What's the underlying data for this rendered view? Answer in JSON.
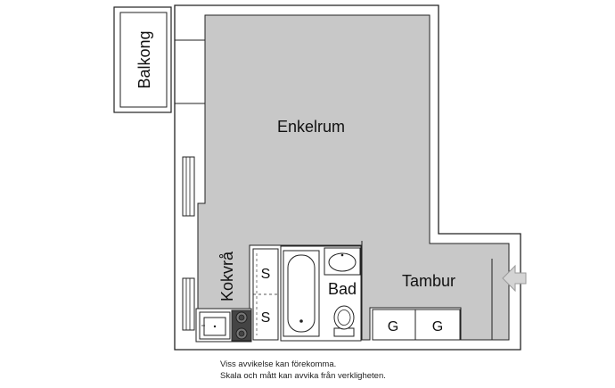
{
  "rooms": {
    "enkelrum": "Enkelrum",
    "balkong": "Balkong",
    "kokvra": "Kokvrå",
    "bad": "Bad",
    "tambur": "Tambur"
  },
  "closets": {
    "s_top": "S",
    "s_bottom": "S",
    "g_left": "G",
    "g_right": "G"
  },
  "disclaimer": {
    "line1": "Viss avvikelse kan förekomma.",
    "line2": "Skala och mått kan avvika från verkligheten."
  },
  "colors": {
    "floor": "#c8c8c8",
    "wall": "#ffffff",
    "outline": "#222222",
    "entrance_arrow": "#d4d4d4"
  }
}
